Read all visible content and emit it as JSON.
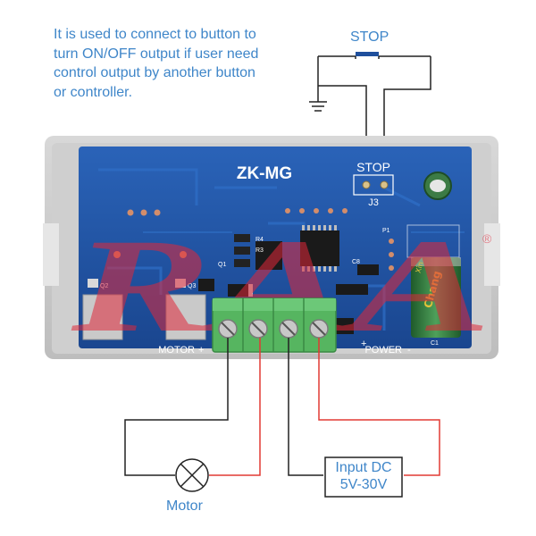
{
  "note": {
    "lines": [
      "It is used to connect to button to",
      "turn ON/OFF output if user need",
      "control output by another button",
      "or controller."
    ]
  },
  "stop_switch": {
    "label": "STOP"
  },
  "board": {
    "model": "ZK-MG",
    "header_label": "STOP",
    "header_ref": "J3",
    "motor_label": "MOTOR",
    "power_label": "POWER",
    "plus": "+",
    "minus": "-",
    "capacitor_text": "Chang",
    "capacitor_brand": "Xin",
    "parts": {
      "r4": "R4",
      "r3": "R3",
      "q1": "Q1",
      "q2": "Q2",
      "q3": "Q3",
      "c8": "C8",
      "p1": "P1",
      "c1": "C1"
    },
    "watermark": "RAA",
    "registered": "®"
  },
  "motor": {
    "label": "Motor"
  },
  "input": {
    "line1": "Input DC",
    "line2": "5V-30V"
  },
  "colors": {
    "pcb": "#1f4f9c",
    "terminal": "#56b560",
    "wire_red": "#e23a33",
    "wire_black": "#222222",
    "text_blue": "#3f86c9"
  }
}
